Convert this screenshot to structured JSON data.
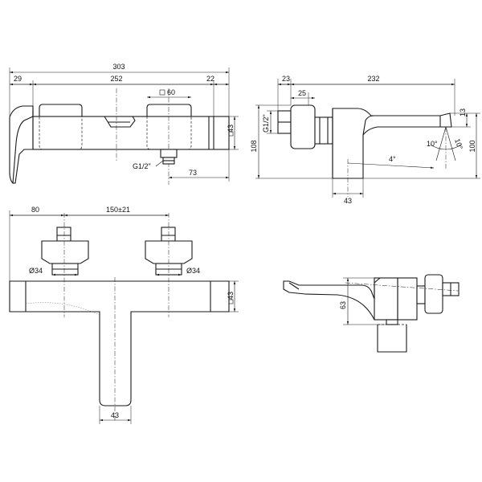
{
  "views": {
    "front": {
      "dim_overall": "303",
      "dim_left": "29",
      "dim_center": "252",
      "dim_right": "22",
      "dim_square": "60",
      "dim_thread": "G1/2\"",
      "dim_outlet_offset": "73",
      "dim_height": "43"
    },
    "side": {
      "dim_a": "23",
      "dim_b": "25",
      "dim_reach": "232",
      "dim_thread": "G1/2\"",
      "dim_height": "108",
      "dim_depth": "43",
      "dim_total_height": "100",
      "dim_spout": "13",
      "angle_left": "10°",
      "angle_right": "10°",
      "angle_tilt": "4°"
    },
    "bottom": {
      "dim_offset": "80",
      "dim_spacing": "150±21",
      "dim_diam_left": "34",
      "dim_diam_right": "34",
      "dim_height": "43",
      "dim_spout_width": "43"
    },
    "section": {
      "dim_height": "63"
    }
  }
}
